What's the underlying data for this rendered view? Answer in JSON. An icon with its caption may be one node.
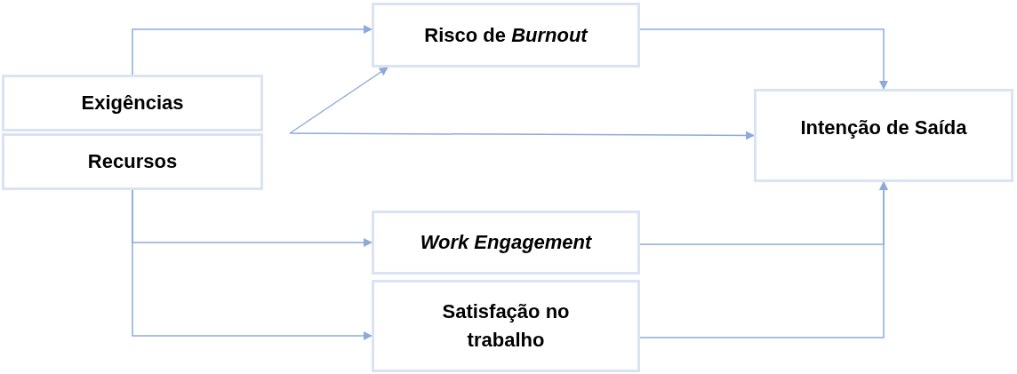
{
  "diagram": {
    "nodes": [
      {
        "text": [
          "Exigências"
        ]
      },
      {
        "text": [
          "Recursos"
        ]
      },
      {
        "text": [
          "Risco de *Burnout*"
        ]
      },
      {
        "text": [
          "Intenção de Saída"
        ]
      },
      {
        "text": [
          "*Work Engagement*"
        ]
      },
      {
        "text": [
          "Satisfação no trabalho"
        ]
      }
    ],
    "edges": [
      {
        "from": 0,
        "to": 2,
        "arrow": "to"
      },
      {
        "from": null,
        "to": 2,
        "arrow": "to"
      },
      {
        "from": null,
        "to": 3,
        "arrow": "to"
      },
      {
        "from": 2,
        "to": 3,
        "arrow": "to"
      },
      {
        "from": 1,
        "to": 4,
        "arrow": "to"
      },
      {
        "from": 1,
        "to": 5,
        "arrow": "to"
      },
      {
        "from": 4,
        "to": 3,
        "arrow": "to"
      },
      {
        "from": 5,
        "to": 3,
        "arrow": "to"
      }
    ]
  }
}
